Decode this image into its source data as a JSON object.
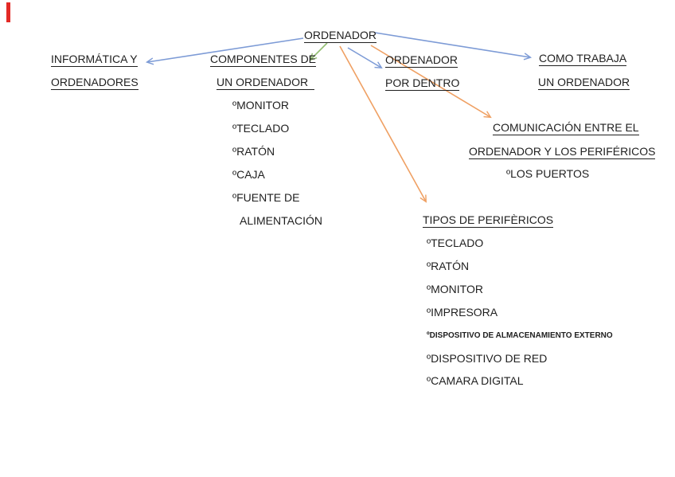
{
  "colors": {
    "blue": "#7D9BD6",
    "orange": "#EFA063",
    "green": "#93BE72",
    "text": "#1f1f1f",
    "red_mark": "#e32a26"
  },
  "root": {
    "label": "ORDENADOR"
  },
  "nodes": {
    "informatica": {
      "line1": "INFORMÁTICA Y",
      "line2": "ORDENADORES"
    },
    "componentes": {
      "line1": "COMPONENTES DE",
      "line2": "UN ORDENADOR",
      "items": [
        "ºMONITOR",
        "ºTECLADO",
        "ºRATÓN",
        "ºCAJA",
        "ºFUENTE DE",
        "ALIMENTACIÓN"
      ]
    },
    "por_dentro": {
      "line1": "ORDENADOR",
      "line2": "POR DENTRO"
    },
    "como_trabaja": {
      "line1": "COMO TRABAJA",
      "line2": "UN ORDENADOR"
    },
    "comunicacion": {
      "line1": "COMUNICACIÓN ENTRE EL",
      "line2": "ORDENADOR Y LOS PERIFÉRICOS",
      "item": "ºLOS PUERTOS"
    },
    "tipos": {
      "title": "TIPOS DE PERIFÈRICOS",
      "items": [
        "ºTECLADO",
        "ºRATÓN",
        "ºMONITOR",
        "ºIMPRESORA",
        "ºDISPOSITIVO DE ALMACENAMIENTO EXTERNO",
        "ºDISPOSITIVO DE RED",
        "ºCAMARA DIGITAL"
      ]
    }
  },
  "arrows": [
    {
      "from": "ORDENADOR",
      "to": "INFORMÁTICA Y ORDENADORES",
      "color": "blue"
    },
    {
      "from": "ORDENADOR",
      "to": "COMPONENTES DE UN ORDENADOR",
      "color": "green"
    },
    {
      "from": "ORDENADOR",
      "to": "ORDENADOR POR DENTRO",
      "color": "blue"
    },
    {
      "from": "ORDENADOR",
      "to": "COMO TRABAJA UN ORDENADOR",
      "color": "blue"
    },
    {
      "from": "ORDENADOR",
      "to": "COMUNICACIÓN ENTRE EL ORDENADOR Y LOS PERIFÉRICOS",
      "color": "orange"
    },
    {
      "from": "ORDENADOR",
      "to": "TIPOS DE PERIFÈRICOS",
      "color": "orange"
    }
  ]
}
